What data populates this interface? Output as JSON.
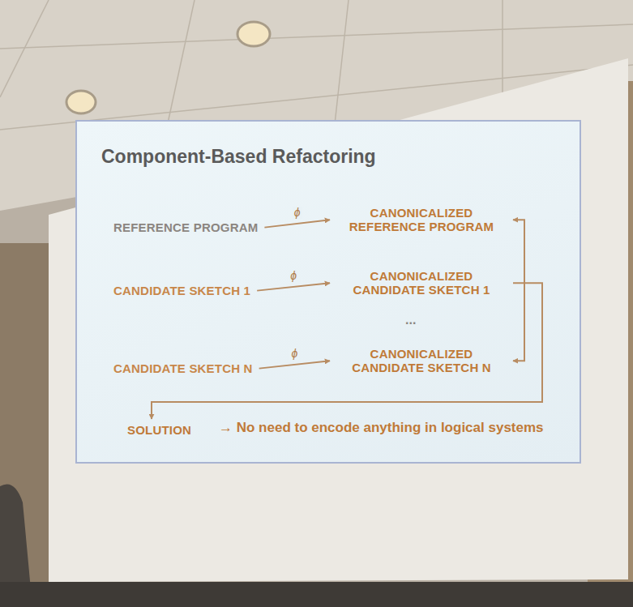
{
  "diagram": {
    "title": "Component-Based Refactoring",
    "nodes": [
      {
        "text": [
          "REFERENCE PROGRAM"
        ]
      },
      {
        "text": [
          "CANONICALIZED REFERENCE PROGRAM"
        ]
      },
      {
        "text": [
          "CANDIDATE SKETCH 1"
        ]
      },
      {
        "text": [
          "CANONICALIZED CANDIDATE SKETCH 1"
        ]
      },
      {
        "text": [
          "CANDIDATE SKETCH N"
        ]
      },
      {
        "text": [
          "CANONICALIZED CANDIDATE SKETCH N"
        ]
      },
      {
        "text": [
          "SOLUTION"
        ]
      }
    ],
    "edges": [
      {
        "from": 0,
        "to": 1,
        "label": "ϕ",
        "arrow": "to"
      },
      {
        "from": 2,
        "to": 3,
        "label": "ϕ",
        "arrow": "to"
      },
      {
        "from": 4,
        "to": 5,
        "label": "ϕ",
        "arrow": "to"
      },
      {
        "from": 1,
        "to": 5,
        "arrow": "both"
      },
      {
        "from": 3,
        "to": 6,
        "arrow": "to"
      }
    ],
    "labels": [
      "...",
      "→ No need to encode anything in logical systems"
    ]
  }
}
